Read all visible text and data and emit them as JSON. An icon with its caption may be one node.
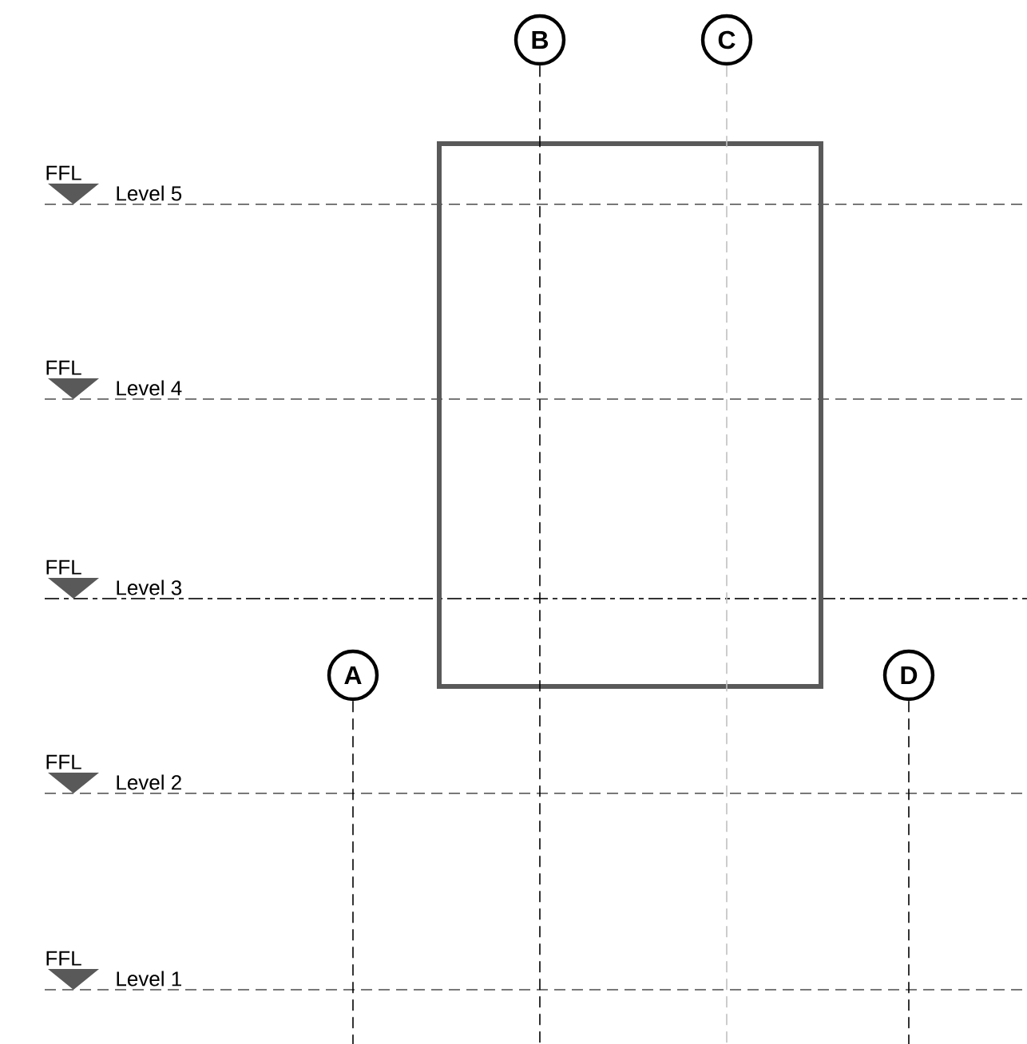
{
  "diagram": {
    "nodes": [
      {
        "text": [
          "B"
        ]
      },
      {
        "text": [
          "C"
        ]
      },
      {
        "text": [
          "A"
        ]
      },
      {
        "text": [
          "D"
        ]
      },
      {
        "text": [],
        "shape": "box"
      }
    ],
    "edges": [
      {
        "from": 0,
        "to": null,
        "arrow": "none",
        "style": "dashed"
      },
      {
        "from": 1,
        "to": null,
        "arrow": "none",
        "style": "dashed",
        "color": "#c0c0c0"
      },
      {
        "from": 2,
        "to": null,
        "arrow": "none",
        "style": "dashed"
      },
      {
        "from": 3,
        "to": null,
        "arrow": "none",
        "style": "dashed"
      }
    ],
    "labels": [
      "FFL",
      "Level 5",
      "FFL",
      "Level 4",
      "FFL",
      "Level 3",
      "FFL",
      "Level 2",
      "FFL",
      "Level 1"
    ]
  }
}
